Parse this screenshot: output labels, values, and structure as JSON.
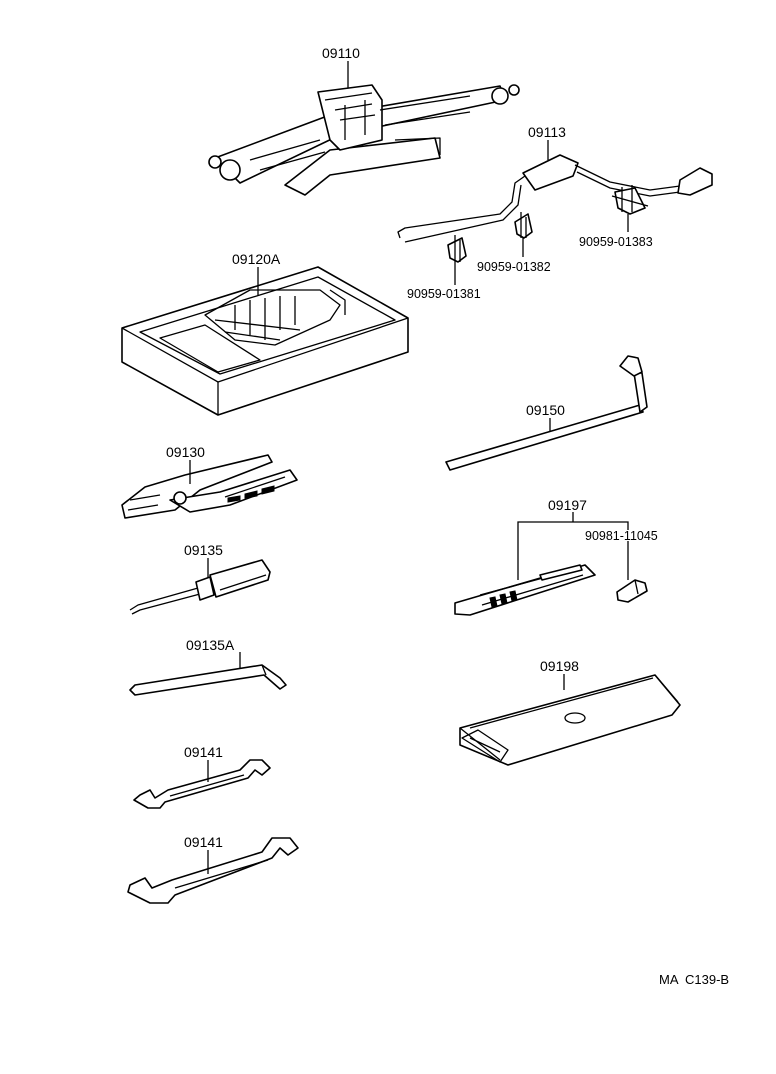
{
  "diagram": {
    "parts": {
      "jack": "09110",
      "handle": "09113",
      "clamp_1381": "90959-01381",
      "clamp_1382": "90959-01382",
      "clamp_1383": "90959-01383",
      "tray": "09120A",
      "pliers": "09130",
      "screwdriver": "09135",
      "offset_driver": "09135A",
      "wrench_small": "09141",
      "wrench_large": "09141",
      "lug_wrench": "09150",
      "tester": "09197",
      "bulb": "90981-11045",
      "tool_bag": "09198"
    },
    "ref_code": "MA  C139-B"
  }
}
